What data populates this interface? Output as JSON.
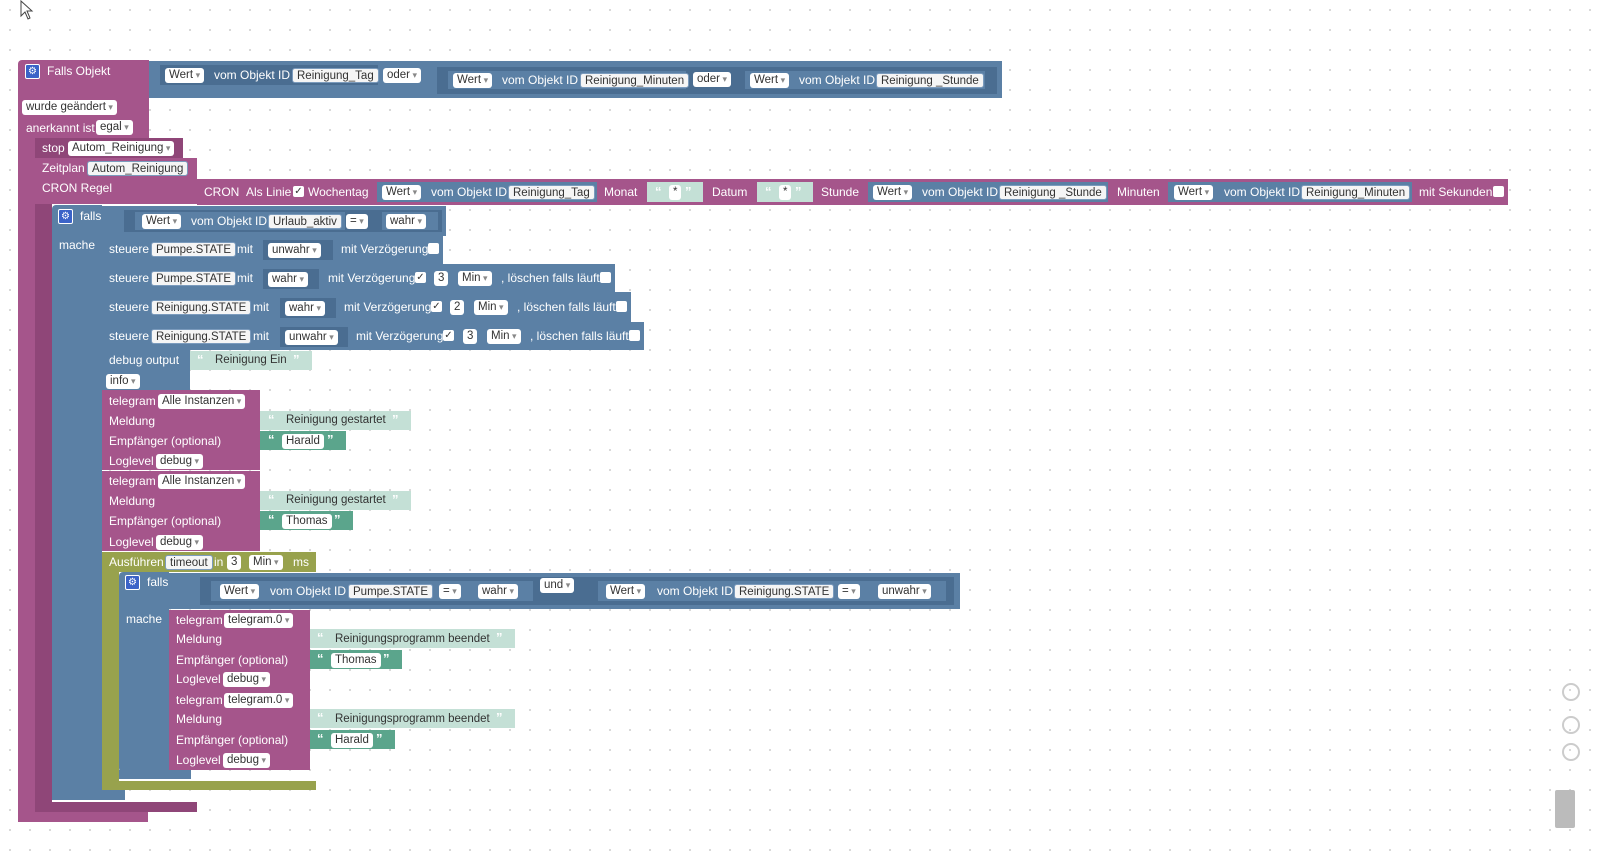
{
  "cursor_icon": "mouse-pointer-icon",
  "trigger": {
    "label": "Falls Objekt",
    "changed": "wurde geändert",
    "ack_label": "anerkannt ist",
    "ack_value": "egal",
    "cond": {
      "wert": "Wert",
      "vom": "vom Objekt ID",
      "id1": "Reinigung_Tag",
      "oder": "oder",
      "id2": "Reinigung_Minuten",
      "id3": "Reinigung _Stunde"
    }
  },
  "stop": {
    "label": "stop",
    "value": "Autom_Reinigung"
  },
  "schedule": {
    "label": "Zeitplan",
    "value": "Autom_Reinigung",
    "cron_label": "CRON Regel"
  },
  "cron": {
    "label": "CRON",
    "line": "Als Linie",
    "weekday": "Wochentag",
    "wert": "Wert",
    "vom": "vom Objekt ID",
    "tag": "Reinigung_Tag",
    "month": "Monat",
    "star": "*",
    "date": "Datum",
    "hour": "Stunde",
    "hour_id": "Reinigung _Stunde",
    "minutes": "Minuten",
    "min_id": "Reinigung_Minuten",
    "seconds": "mit Sekunden"
  },
  "if1": {
    "falls": "falls",
    "mache": "mache",
    "wert": "Wert",
    "vom": "vom Objekt ID",
    "id": "Urlaub_aktiv",
    "op": "=",
    "val": "wahr"
  },
  "controls": [
    {
      "steuere": "steuere",
      "id": "Pumpe.STATE",
      "mit": "mit",
      "val": "unwahr",
      "delay": "mit Verzögerung"
    },
    {
      "steuere": "steuere",
      "id": "Pumpe.STATE",
      "mit": "mit",
      "val": "wahr",
      "delay": "mit Verzögerung",
      "n": "3",
      "unit": "Min",
      "clear": ", löschen falls läuft"
    },
    {
      "steuere": "steuere",
      "id": "Reinigung.STATE",
      "mit": "mit",
      "val": "wahr",
      "delay": "mit Verzögerung",
      "n": "2",
      "unit": "Min",
      "clear": ", löschen falls läuft"
    },
    {
      "steuere": "steuere",
      "id": "Reinigung.STATE",
      "mit": "mit",
      "val": "unwahr",
      "delay": "mit Verzögerung",
      "n": "3",
      "unit": "Min",
      "clear": ", löschen falls läuft"
    }
  ],
  "debug": {
    "label": "debug output",
    "text": "Reinigung Ein",
    "level": "info"
  },
  "tg": {
    "telegram": "telegram",
    "inst": "Alle Instanzen",
    "meldung": "Meldung",
    "empf": "Empfänger (optional)",
    "loglevel": "Loglevel",
    "level": "debug",
    "msg": "Reinigung gestartet",
    "r1": "Harald",
    "r2": "Thomas"
  },
  "timeout": {
    "label": "Ausführen",
    "name": "timeout",
    "in": "in",
    "n": "3",
    "unit": "Min",
    "ms": "ms"
  },
  "if2": {
    "falls": "falls",
    "mache": "mache",
    "wert": "Wert",
    "vom": "vom Objekt ID",
    "id1": "Pumpe.STATE",
    "op": "=",
    "v1": "wahr",
    "und": "und",
    "id2": "Reinigung.STATE",
    "v2": "unwahr"
  },
  "tg2": {
    "telegram": "telegram",
    "inst": "telegram.0",
    "meldung": "Meldung",
    "empf": "Empfänger (optional)",
    "loglevel": "Loglevel",
    "level": "debug",
    "msg": "Reinigungsprogramm beendet",
    "r1": "Thomas",
    "r2": "Harald"
  }
}
